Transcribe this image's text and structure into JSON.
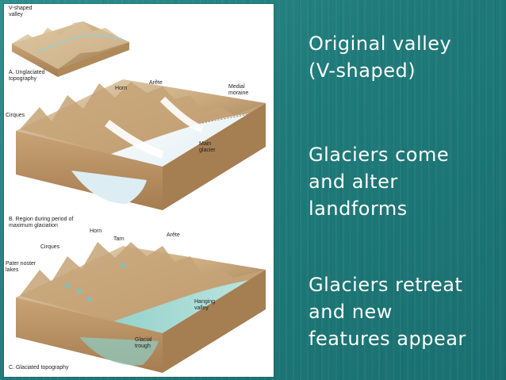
{
  "slide": {
    "text_blocks": [
      "Original valley\n (V-shaped)",
      "Glaciers come\n and alter\n landforms",
      "Glaciers retreat\nand new\nfeatures appear"
    ]
  },
  "figure": {
    "panel_a": {
      "caption": "A. Unglaciated\ntopography",
      "labels": [
        "V-shaped\nvalley"
      ]
    },
    "panel_b": {
      "caption": "B. Region during period of\nmaximum glaciation",
      "labels": [
        "Horn",
        "Arête",
        "Medial\nmoraine",
        "Cirques",
        "Main\nglacier"
      ]
    },
    "panel_c": {
      "caption": "C. Glaciated topography",
      "labels": [
        "Horn",
        "Tarn",
        "Arête",
        "Cirques",
        "Pater noster\nlakes",
        "Hanging\nvalley",
        "Glacial\ntrough"
      ]
    }
  }
}
